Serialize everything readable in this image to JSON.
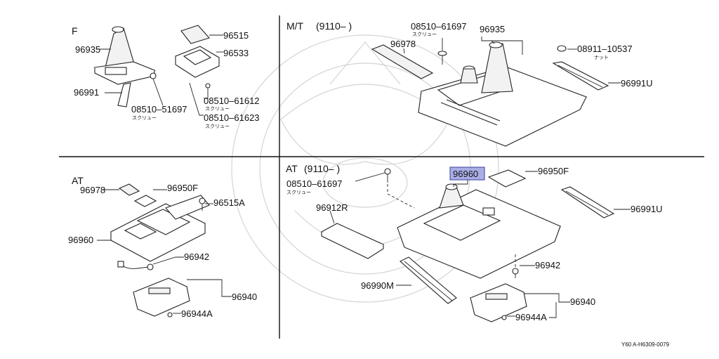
{
  "sections": {
    "f": "F",
    "mt": "M/T",
    "mt_range": "(9110–      )",
    "at_left": "AT",
    "at_right": "AT",
    "at_range": "(9110–      )"
  },
  "labels": {
    "f_96935": "96935",
    "f_96991": "96991",
    "f_screw_51697": "08510–51697",
    "f_screw_51697_jp": "スクリュー",
    "f_96515": "96515",
    "f_96533": "96533",
    "f_screw_61612": "08510–61612",
    "f_screw_61612_jp": "スクリュー",
    "f_screw_61623": "08510–61623",
    "f_screw_61623_jp": "スクリュー",
    "mt_screw_61697": "08510–61697",
    "mt_screw_61697_jp": "スクリュー",
    "mt_96935": "96935",
    "mt_96978": "96978",
    "mt_nut_10537": "08911–10537",
    "mt_nut_10537_jp": "ナット",
    "mt_96991U": "96991U",
    "atl_96978": "96978",
    "atl_96950F": "96950F",
    "atl_96515A": "96515A",
    "atl_96960": "96960",
    "atl_96942": "96942",
    "atl_96940": "96940",
    "atl_96944A": "96944A",
    "atr_screw_61697": "08510–61697",
    "atr_screw_61697_jp": "スクリュー",
    "atr_96960": "96960",
    "atr_96950F": "96950F",
    "atr_96912R": "96912R",
    "atr_96991U": "96991U",
    "atr_96942": "96942",
    "atr_96990M": "96990M",
    "atr_96940": "96940",
    "atr_96944A": "96944A"
  },
  "highlight_part": "96960",
  "sheet_id": "Y60 A-H6309-0079",
  "colors": {
    "line": "#222222",
    "highlight_fill": "#a9aee6",
    "highlight_border": "#3a3f9a",
    "watermark": "#d4d4d4"
  }
}
